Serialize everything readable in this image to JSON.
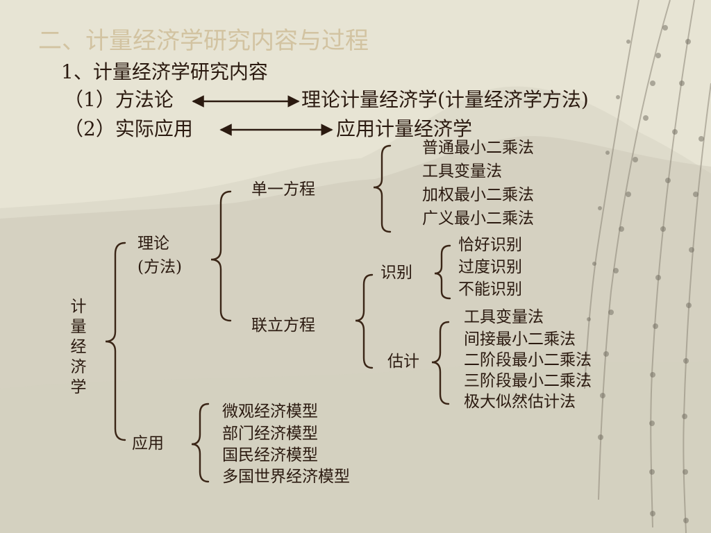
{
  "slide": {
    "title": "二、计量经济学研究内容与过程",
    "subtitle": "1、计量经济学研究内容",
    "item1": {
      "left": "（1）方法论",
      "right": "理论计量经济学(计量经济学方法)"
    },
    "item2": {
      "left": "（2）实际应用",
      "right": "应用计量经济学"
    }
  },
  "tree": {
    "root": "计量经济学",
    "theory_line1": "理论",
    "theory_line2": "(方法)",
    "single_equation": "单一方程",
    "single_methods": [
      "普通最小二乘法",
      "工具变量法",
      "加权最小二乘法",
      "广义最小二乘法"
    ],
    "simultaneous_equations": "联立方程",
    "identification": "识别",
    "identification_types": [
      "恰好识别",
      "过度识别",
      "不能识别"
    ],
    "estimation": "估计",
    "estimation_methods": [
      "工具变量法",
      "间接最小二乘法",
      "二阶段最小二乘法",
      "三阶段最小二乘法",
      "极大似然估计法"
    ],
    "application": "应用",
    "application_models": [
      "微观经济模型",
      "部门经济模型",
      "国民经济模型",
      "多国世界经济模型"
    ]
  },
  "colors": {
    "text": "#2b1a10",
    "title": "#d2c3a1",
    "background": "#e6e3d2"
  }
}
